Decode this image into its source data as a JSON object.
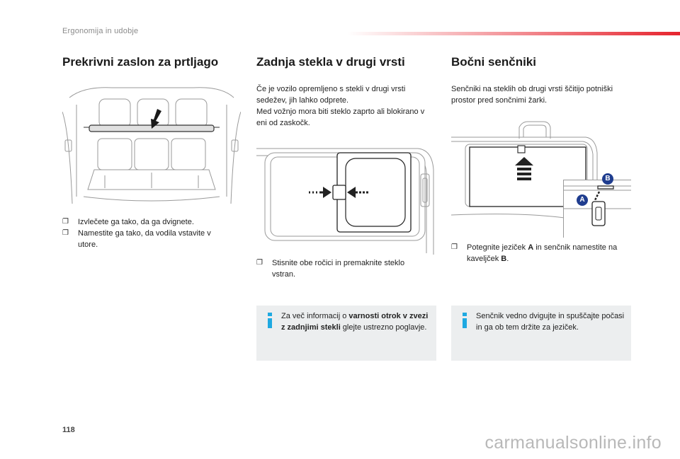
{
  "header": {
    "section": "Ergonomija in udobje"
  },
  "columns": {
    "left": {
      "title": "Prekrivni zaslon za prtljago",
      "bullets": [
        "Izvlečete ga tako, da ga dvignete.",
        "Namestite ga tako, da vodila vstavite v utore."
      ]
    },
    "middle": {
      "title": "Zadnja stekla v drugi vrsti",
      "intro_1": "Če je vozilo opremljeno s stekli v drugi vrsti sedežev, jih lahko odprete.",
      "intro_2": "Med vožnjo mora biti steklo zaprto ali blokirano v eni od zaskočk.",
      "bullets": [
        "Stisnite obe ročici in premaknite steklo vstran."
      ],
      "info": {
        "before": "Za več informacij o ",
        "bold": "varnosti otrok v zvezi z zadnjimi stekli",
        "after": " glejte ustrezno poglavje."
      }
    },
    "right": {
      "title": "Bočni senčniki",
      "intro": "Senčniki na steklih ob drugi vrsti ščitijo potniški prostor pred sončnimi žarki.",
      "bullet": {
        "p1": "Potegnite jeziček ",
        "a": "A",
        "p2": " in senčnik namestite na kaveljček ",
        "b": "B",
        "p3": "."
      },
      "info": "Senčnik vedno dvigujte in spuščajte počasi in ga ob tem držite za jeziček.",
      "labels": {
        "a": "A",
        "b": "B"
      }
    }
  },
  "footer": {
    "page_number": "118",
    "watermark": "carmanualsonline.info"
  },
  "icons": {
    "bullet": "checkbox-bullet-icon",
    "info": "info-icon"
  },
  "colors": {
    "accent_red": "#e6242e",
    "info_blue": "#1fa9e1",
    "info_bg": "#eceeef",
    "label_blue": "#1f3d8f"
  }
}
